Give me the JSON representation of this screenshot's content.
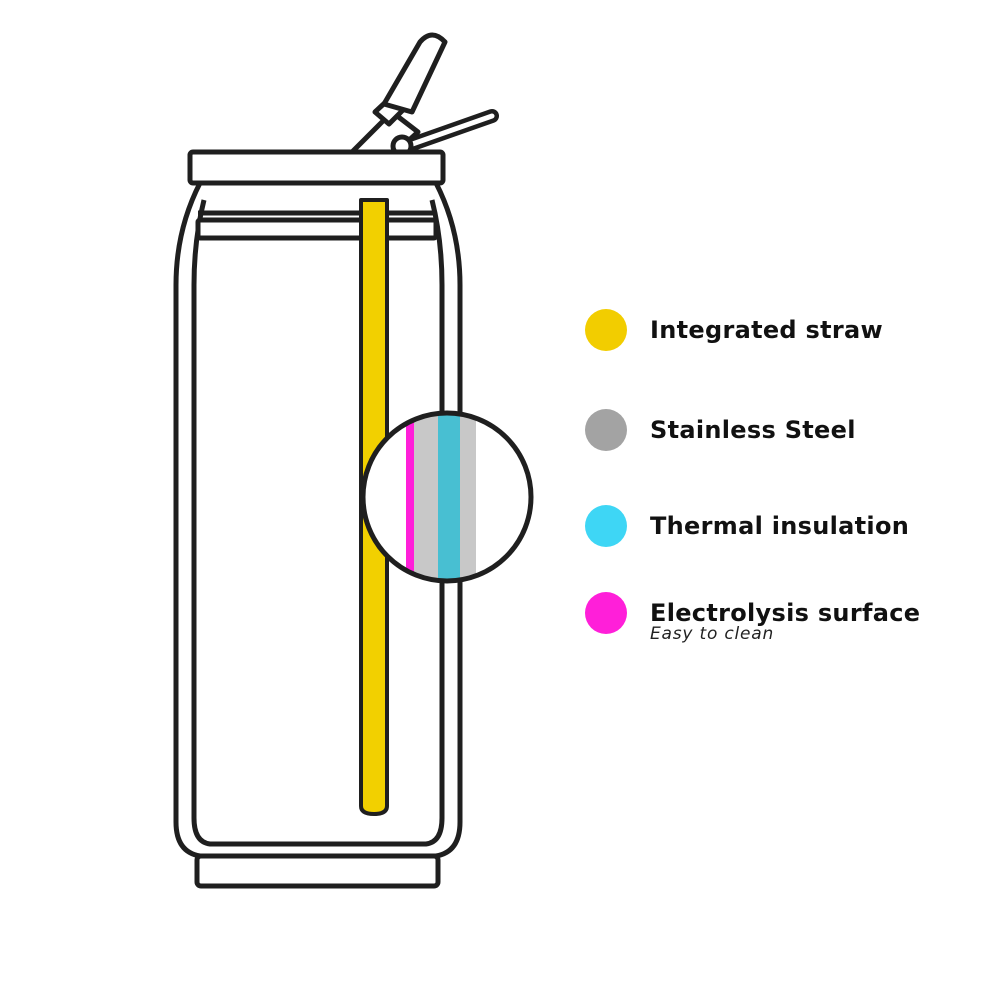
{
  "legend": {
    "items": [
      {
        "label": "Integrated straw",
        "color": "#f2cd00",
        "icon": "yellow-dot"
      },
      {
        "label": "Stainless Steel",
        "color": "#a3a3a3",
        "icon": "gray-dot"
      },
      {
        "label": "Thermal insulation",
        "color": "#3ed6f5",
        "icon": "cyan-dot"
      },
      {
        "label": "Electrolysis surface",
        "color": "#ff1fd9",
        "icon": "magenta-dot",
        "sublabel": "Easy to clean"
      }
    ]
  },
  "diagram": {
    "colors": {
      "outline": "#1f1f1f",
      "straw": "#f2d000",
      "steel": "#c8c8c8",
      "insulation": "#48bfd2",
      "electrolysis": "#ff1fd9"
    },
    "icons": [
      "bottle-outline",
      "straw",
      "lid",
      "flip-spout",
      "magnifier-circle"
    ]
  }
}
